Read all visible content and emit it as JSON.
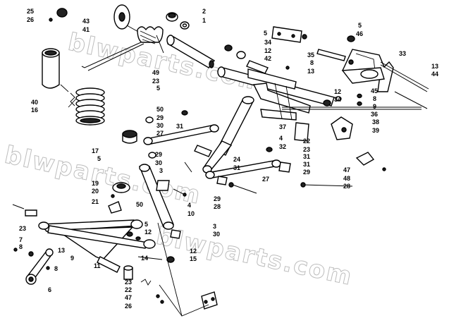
{
  "watermark": "blwparts.com",
  "callouts": [
    {
      "id": "c-25",
      "text": "25"
    },
    {
      "id": "c-26a",
      "text": "26"
    },
    {
      "id": "c-43",
      "text": "43"
    },
    {
      "id": "c-41",
      "text": "41"
    },
    {
      "id": "c-2",
      "text": "2"
    },
    {
      "id": "c-1",
      "text": "1"
    },
    {
      "id": "c-5a",
      "text": "5"
    },
    {
      "id": "c-5b",
      "text": "5"
    },
    {
      "id": "c-46",
      "text": "46"
    },
    {
      "id": "c-34a",
      "text": "34"
    },
    {
      "id": "c-12a",
      "text": "12"
    },
    {
      "id": "c-42",
      "text": "42"
    },
    {
      "id": "c-35",
      "text": "35"
    },
    {
      "id": "c-8a",
      "text": "8"
    },
    {
      "id": "c-33",
      "text": "33"
    },
    {
      "id": "c-13a",
      "text": "13"
    },
    {
      "id": "c-13b",
      "text": "13"
    },
    {
      "id": "c-44",
      "text": "44"
    },
    {
      "id": "c-49",
      "text": "49"
    },
    {
      "id": "c-23a",
      "text": "23"
    },
    {
      "id": "c-5c",
      "text": "5"
    },
    {
      "id": "c-40",
      "text": "40"
    },
    {
      "id": "c-16",
      "text": "16"
    },
    {
      "id": "c-45",
      "text": "45"
    },
    {
      "id": "c-12b",
      "text": "12"
    },
    {
      "id": "c-34b",
      "text": "34"
    },
    {
      "id": "c-8b",
      "text": "8"
    },
    {
      "id": "c-9a",
      "text": "9"
    },
    {
      "id": "c-36",
      "text": "36"
    },
    {
      "id": "c-50a",
      "text": "50"
    },
    {
      "id": "c-29a",
      "text": "29"
    },
    {
      "id": "c-30a",
      "text": "30"
    },
    {
      "id": "c-27a",
      "text": "27"
    },
    {
      "id": "c-31a",
      "text": "31"
    },
    {
      "id": "c-37",
      "text": "37"
    },
    {
      "id": "c-38",
      "text": "38"
    },
    {
      "id": "c-39",
      "text": "39"
    },
    {
      "id": "c-4a",
      "text": "4"
    },
    {
      "id": "c-32",
      "text": "32"
    },
    {
      "id": "c-22a",
      "text": "22"
    },
    {
      "id": "c-23b",
      "text": "23"
    },
    {
      "id": "c-29b",
      "text": "29"
    },
    {
      "id": "c-30b",
      "text": "30"
    },
    {
      "id": "c-31b",
      "text": "31"
    },
    {
      "id": "c-17",
      "text": "17"
    },
    {
      "id": "c-5d",
      "text": "5"
    },
    {
      "id": "c-24",
      "text": "24"
    },
    {
      "id": "c-31c",
      "text": "31"
    },
    {
      "id": "c-31d",
      "text": "31"
    },
    {
      "id": "c-29c",
      "text": "29"
    },
    {
      "id": "c-3a",
      "text": "3"
    },
    {
      "id": "c-47a",
      "text": "47"
    },
    {
      "id": "c-48",
      "text": "48"
    },
    {
      "id": "c-28a",
      "text": "28"
    },
    {
      "id": "c-19",
      "text": "19"
    },
    {
      "id": "c-20",
      "text": "20"
    },
    {
      "id": "c-21",
      "text": "21"
    },
    {
      "id": "c-50b",
      "text": "50"
    },
    {
      "id": "c-27b",
      "text": "27"
    },
    {
      "id": "c-29d",
      "text": "29"
    },
    {
      "id": "c-28b",
      "text": "28"
    },
    {
      "id": "c-4b",
      "text": "4"
    },
    {
      "id": "c-10",
      "text": "10"
    },
    {
      "id": "c-5e",
      "text": "5"
    },
    {
      "id": "c-12c",
      "text": "12"
    },
    {
      "id": "c-3b",
      "text": "3"
    },
    {
      "id": "c-30c",
      "text": "30"
    },
    {
      "id": "c-23c",
      "text": "23"
    },
    {
      "id": "c-7",
      "text": "7"
    },
    {
      "id": "c-8c",
      "text": "8"
    },
    {
      "id": "c-13c",
      "text": "13"
    },
    {
      "id": "c-9b",
      "text": "9"
    },
    {
      "id": "c-14",
      "text": "14"
    },
    {
      "id": "c-12d",
      "text": "12"
    },
    {
      "id": "c-15",
      "text": "15"
    },
    {
      "id": "c-11",
      "text": "11"
    },
    {
      "id": "c-8d",
      "text": "8"
    },
    {
      "id": "c-6",
      "text": "6"
    },
    {
      "id": "c-23d",
      "text": "23"
    },
    {
      "id": "c-22b",
      "text": "22"
    },
    {
      "id": "c-47b",
      "text": "47"
    },
    {
      "id": "c-26b",
      "text": "26"
    }
  ]
}
